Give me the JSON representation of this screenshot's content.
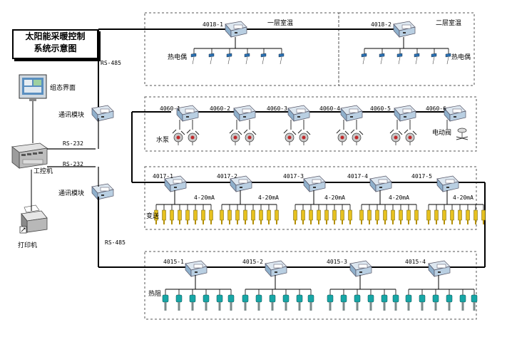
{
  "title": {
    "line1": "太阳能采暖控制",
    "line2": "系统示意图"
  },
  "left_devices": {
    "hmi": "组态界面",
    "comm_top": "通讯模块",
    "comm_bottom": "通讯模块",
    "ipc": "工控机",
    "printer": "打印机",
    "rs485_top": "RS-485",
    "rs232_top": "RS-232",
    "rs232_bottom": "RS-232",
    "rs485_bottom": "RS-485"
  },
  "group1": {
    "modules": [
      {
        "id": "4018-1",
        "zone": "一层室温"
      },
      {
        "id": "4018-2",
        "zone": "二层室温"
      }
    ],
    "sensor_label_left": "热电偶",
    "sensor_label_right": "热电偶"
  },
  "group2": {
    "modules": [
      "4060-1",
      "4060-2",
      "4060-3",
      "4060-4",
      "4060-5",
      "4060-6"
    ],
    "pump_label": "水泵",
    "valve_label": "电动阀"
  },
  "group3": {
    "modules": [
      "4017-1",
      "4017-2",
      "4017-3",
      "4017-4",
      "4017-5"
    ],
    "signal": "4-20mA",
    "transmitter_label": "变送"
  },
  "group4": {
    "modules": [
      "4015-1",
      "4015-2",
      "4015-3",
      "4015-4"
    ],
    "sensor_label": "热阻"
  }
}
